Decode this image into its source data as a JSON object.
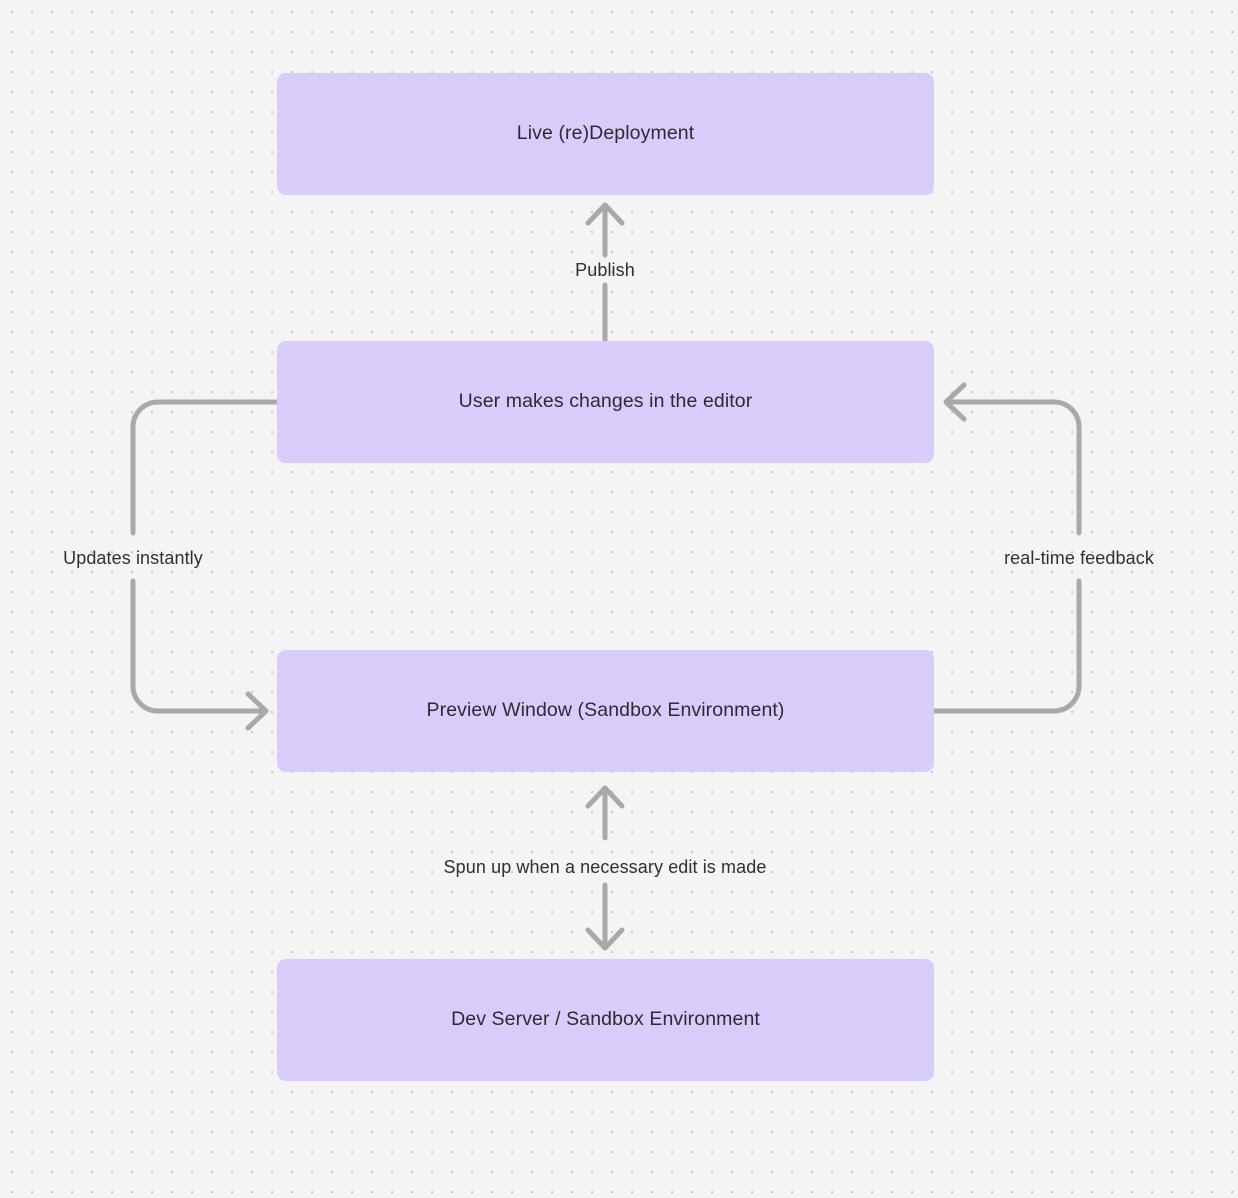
{
  "diagram": {
    "type": "flowchart",
    "background_color": "#f4f4f4",
    "dot_grid_color": "#c9c9c9",
    "node_fill_color": "#d9ccfb",
    "node_text_color": "#2b2b33",
    "edge_color": "#a9a9a9",
    "nodes": [
      {
        "id": "live-deployment",
        "label": "Live (re)Deployment"
      },
      {
        "id": "user-edits",
        "label": "User makes changes in the editor"
      },
      {
        "id": "preview-window",
        "label": "Preview Window (Sandbox Environment)"
      },
      {
        "id": "dev-server",
        "label": "Dev Server / Sandbox Environment"
      }
    ],
    "edges": [
      {
        "id": "publish",
        "from": "user-edits",
        "to": "live-deployment",
        "label": "Publish",
        "direction": "up"
      },
      {
        "id": "updates-instantly",
        "from": "user-edits",
        "to": "preview-window",
        "label": "Updates instantly",
        "direction": "left-loop"
      },
      {
        "id": "real-time-feedback",
        "from": "preview-window",
        "to": "user-edits",
        "label": "real-time feedback",
        "direction": "right-loop"
      },
      {
        "id": "spun-up",
        "from": "preview-window",
        "to": "dev-server",
        "label": "Spun up when a necessary edit is made",
        "direction": "bidirectional"
      }
    ]
  }
}
